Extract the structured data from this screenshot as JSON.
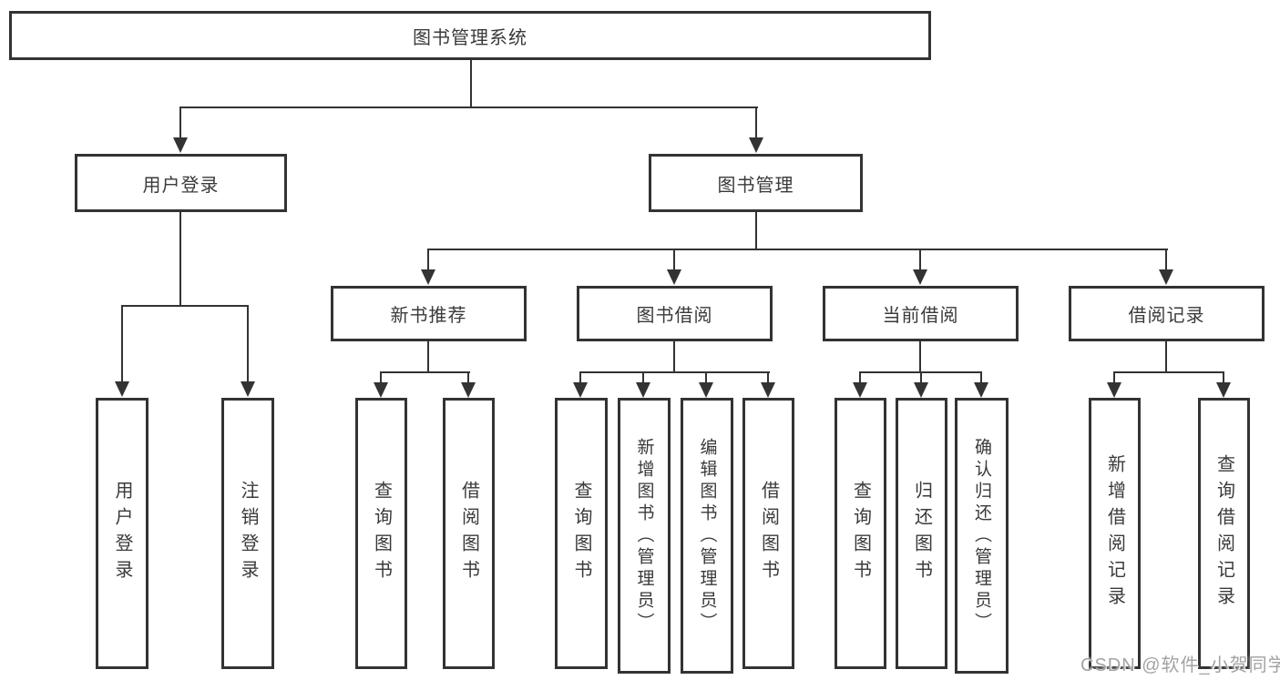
{
  "diagram_title": "图书管理系统",
  "hierarchy_note": "root -> (用户登录, 图书管理); 用户登录 -> (用户登录, 注销登录); 图书管理 -> (新书推荐, 图书借阅, 当前借阅, 借阅记录)",
  "nodes": {
    "root": {
      "label": "图书管理系统"
    },
    "user_login": {
      "label": "用户登录"
    },
    "book_mgmt": {
      "label": "图书管理"
    },
    "new_books": {
      "label": "新书推荐"
    },
    "book_borrow": {
      "label": "图书借阅"
    },
    "current_borrow": {
      "label": "当前借阅"
    },
    "borrow_records": {
      "label": "借阅记录"
    },
    "leaf_login": {
      "label": "用户登录"
    },
    "leaf_logout": {
      "label": "注销登录"
    },
    "nb_query": {
      "label": "查询图书"
    },
    "nb_borrow": {
      "label": "借阅图书"
    },
    "bb_query": {
      "label": "查询图书"
    },
    "bb_add": {
      "label": "新增图书（管理员）"
    },
    "bb_edit": {
      "label": "编辑图书（管理员）"
    },
    "bb_borrow": {
      "label": "借阅图书"
    },
    "cb_query": {
      "label": "查询图书"
    },
    "cb_return": {
      "label": "归还图书"
    },
    "cb_confirm": {
      "label": "确认归还（管理员）"
    },
    "br_add": {
      "label": "新增借阅记录"
    },
    "br_query": {
      "label": "查询借阅记录"
    }
  },
  "watermark": {
    "text": "CSDN @软件_小贺同学"
  },
  "colors": {
    "line": "#333333",
    "text": "#3a3a3a",
    "background": "#ffffff",
    "watermark": "#a3a3a3"
  }
}
